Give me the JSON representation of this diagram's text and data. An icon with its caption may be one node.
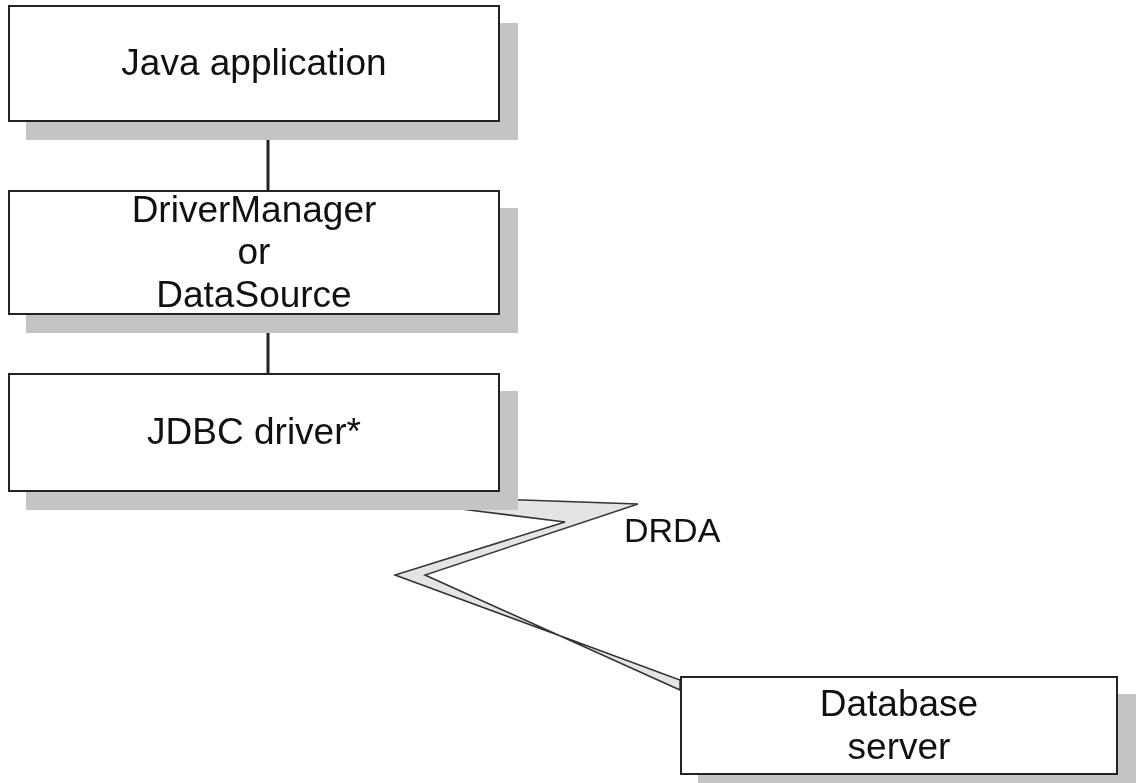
{
  "diagram": {
    "nodes": [
      {
        "text": [
          "Java application"
        ]
      },
      {
        "text": [
          "DriverManager or DataSource"
        ]
      },
      {
        "text": [
          "JDBC driver*"
        ]
      },
      {
        "text": [
          "Database server"
        ]
      }
    ],
    "edges": [
      {
        "from": 0,
        "to": 1,
        "arrow": "none"
      },
      {
        "from": 1,
        "to": 2,
        "arrow": "none"
      },
      {
        "from": 2,
        "to": 3,
        "arrow": "none",
        "label": "DRDA"
      }
    ]
  }
}
